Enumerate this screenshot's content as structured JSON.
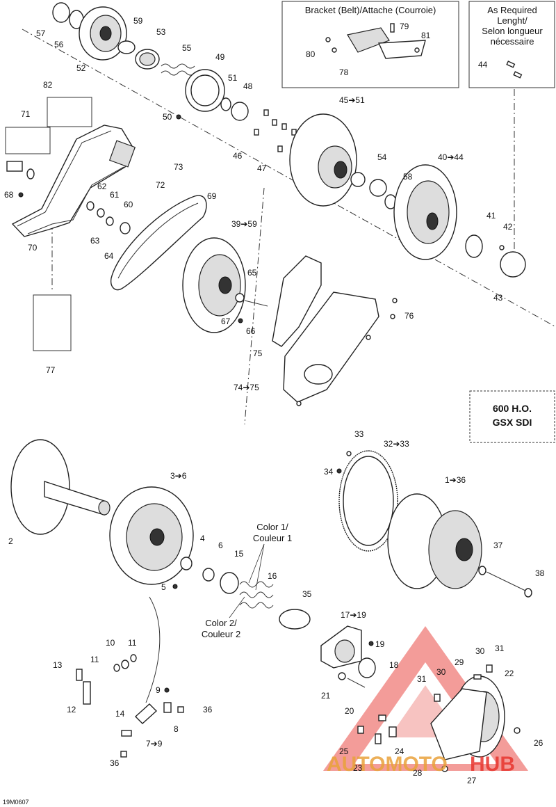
{
  "diagram": {
    "boxes": {
      "bracket_title": "Bracket (Belt)/Attache (Courroie)",
      "as_required": [
        "As Required",
        "Lenght/",
        "Selon longueur",
        "nécessaire"
      ],
      "model": [
        "600 H.O.",
        "GSX SDI"
      ]
    },
    "colors": {
      "color1": [
        "Color 1/",
        "Couleur 1"
      ],
      "color2": [
        "Color 2/",
        "Couleur 2"
      ]
    },
    "labels": {
      "l57": "57",
      "l56": "56",
      "l52": "52",
      "l59": "59",
      "l53": "53",
      "l55": "55",
      "l49": "49",
      "l51": "51",
      "l48": "48",
      "l50": "50",
      "l46": "46",
      "l47": "47",
      "l45": "45➔51",
      "l54": "54",
      "l58": "58",
      "l40": "40➔44",
      "l41": "41",
      "l42": "42",
      "l43": "43",
      "l44": "44",
      "l78": "78",
      "l79": "79",
      "l80": "80",
      "l81": "81",
      "l82": "82",
      "l71": "71",
      "l72": "72",
      "l73": "73",
      "l68": "68",
      "l70": "70",
      "l62": "62",
      "l61": "61",
      "l60": "60",
      "l63": "63",
      "l64": "64",
      "l69": "69",
      "l39": "39➔59",
      "l65": "65",
      "l66": "66",
      "l67": "67",
      "l75": "75",
      "l76": "76",
      "l74": "74➔75",
      "l77": "77",
      "l33": "33",
      "l3233": "32➔33",
      "l34": "34",
      "l136": "1➔36",
      "l37": "37",
      "l38": "38",
      "l2": "2",
      "l36": "3➔6",
      "l4": "4",
      "l6": "6",
      "l15": "15",
      "l16": "16",
      "l5": "5",
      "l35": "35",
      "l1719": "17➔19",
      "l19": "19",
      "l18": "18",
      "l21": "21",
      "l20": "20",
      "l10": "10",
      "l11a": "11",
      "l11b": "11",
      "l13": "13",
      "l12": "12",
      "l9": "9",
      "l14": "14",
      "l36b": "36",
      "l8": "8",
      "l79b": "7➔9",
      "l36c": "36",
      "l29": "29",
      "l30a": "30",
      "l31a": "31",
      "l30b": "30",
      "l22": "22",
      "l31b": "31",
      "l25": "25",
      "l24": "24",
      "l23": "23",
      "l26": "26",
      "l28": "28",
      "l27": "27"
    },
    "code": "19M0607",
    "watermark": {
      "part1": "AUTOMOTO",
      "part2": "HUB"
    }
  },
  "style": {
    "accent": "#e8352e",
    "watermark_gold": "#e9a23b",
    "line": "#222222"
  }
}
